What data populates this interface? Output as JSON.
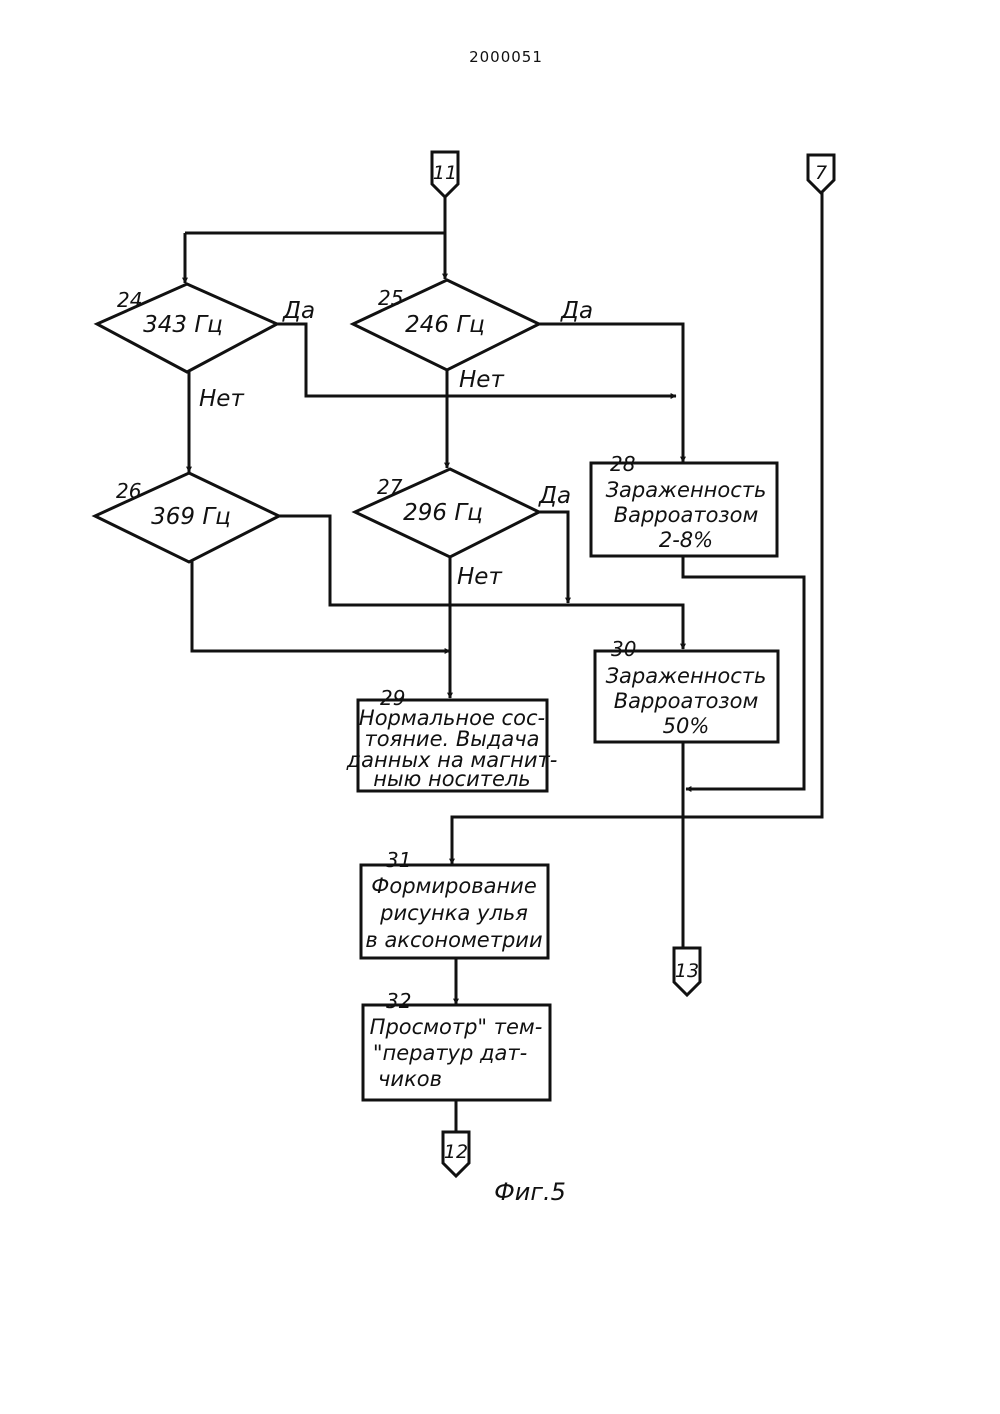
{
  "document_number": "2000051",
  "figure_caption": "Фиг.5",
  "connectors": {
    "in_11": "11",
    "in_7": "7",
    "out_13": "13",
    "out_12": "12"
  },
  "decisions": {
    "d24": {
      "number": "24",
      "label": "343 Гц"
    },
    "d25": {
      "number": "25",
      "label": "246 Гц"
    },
    "d26": {
      "number": "26",
      "label": "369 Гц"
    },
    "d27": {
      "number": "27",
      "label": "296 Гц"
    }
  },
  "branch_labels": {
    "d24_yes": "Да",
    "d24_no": "Нет",
    "d25_yes": "Да",
    "d25_no": "Нет",
    "d27_yes": "Да",
    "d27_no": "Нет"
  },
  "processes": {
    "p28": {
      "number": "28",
      "lines": [
        "Зараженность",
        "Варроатозом",
        "2-8%"
      ]
    },
    "p30": {
      "number": "30",
      "lines": [
        "Зараженность",
        "Варроатозом",
        "50%"
      ]
    },
    "p29": {
      "number": "29",
      "lines": [
        "Нормальное сос-",
        "тояние. Выдача",
        "данных на магнит-",
        "ныю носитель"
      ]
    },
    "p31": {
      "number": "31",
      "lines": [
        "Формирование",
        "рисунка улья",
        "в аксонометрии"
      ]
    },
    "p32": {
      "number": "32",
      "lines": [
        "Просмотр\" тем-",
        "\"ператур дат-",
        "чиков"
      ]
    }
  }
}
